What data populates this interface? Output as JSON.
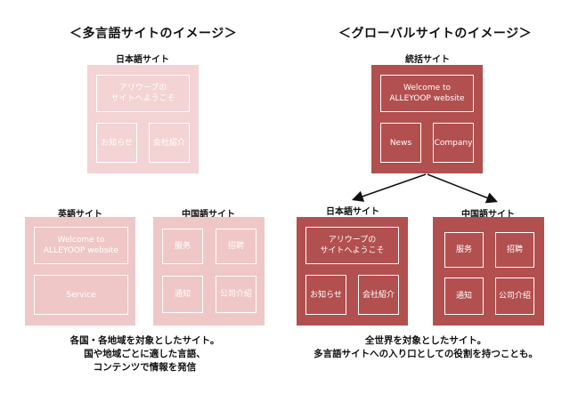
{
  "left": {
    "heading": "＜多言語サイトのイメージ＞",
    "japan_site": {
      "label": "日本語サイト",
      "welcome": "アリウープの\nサイトへようこそ",
      "btn1": "お知らせ",
      "btn2": "会社紹介"
    },
    "english_site": {
      "label": "英語サイト",
      "welcome": "Welcome to\nALLEYOOP website",
      "btn1": "Service"
    },
    "chinese_site": {
      "label": "中国語サイト",
      "btn1": "服务",
      "btn2": "招聘",
      "btn3": "通知",
      "btn4": "公司介绍"
    },
    "caption": "各国・各地域を対象としたサイト。\n国や地域ごとに適した言語、\nコンテンツで情報を発信"
  },
  "right": {
    "heading": "＜グローバルサイトのイメージ＞",
    "global_site": {
      "label": "統括サイト",
      "welcome": "Welcome to\nALLEYOOP website",
      "btn1": "News",
      "btn2": "Company"
    },
    "japan_site": {
      "label": "日本語サイト",
      "welcome": "アリウープの\nサイトへようこそ",
      "btn1": "お知らせ",
      "btn2": "会社紹介"
    },
    "chinese_site": {
      "label": "中国語サイト",
      "btn1": "服务",
      "btn2": "招聘",
      "btn3": "通知",
      "btn4": "公司介绍"
    },
    "caption": "全世界を対象としたサイト。\n多言語サイトへの入り口としての役割を持つことも。"
  },
  "colors": {
    "light_pink": "#efc7c7",
    "dark_red": "#b24f4f"
  }
}
